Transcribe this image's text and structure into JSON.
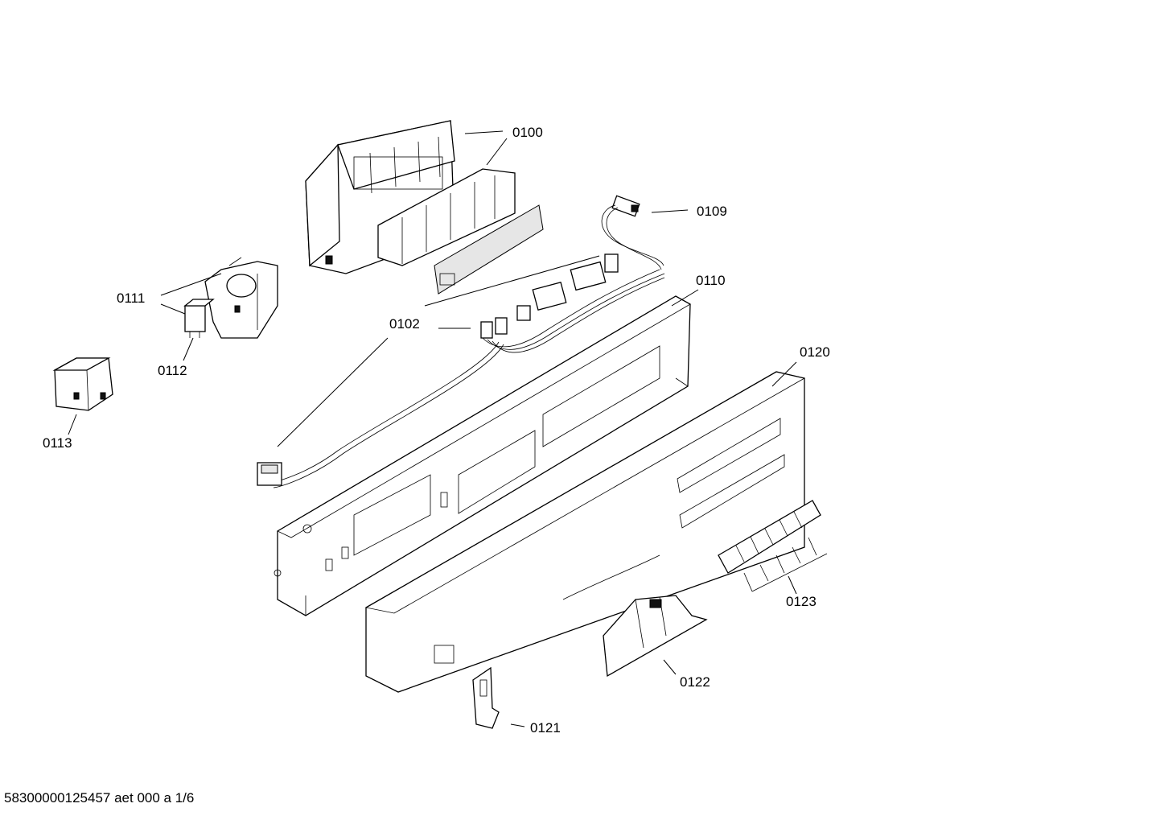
{
  "diagram": {
    "parts": [
      {
        "id": "0100",
        "label": "0100"
      },
      {
        "id": "0102",
        "label": "0102"
      },
      {
        "id": "0109",
        "label": "0109"
      },
      {
        "id": "0110",
        "label": "0110"
      },
      {
        "id": "0111",
        "label": "0111"
      },
      {
        "id": "0112",
        "label": "0112"
      },
      {
        "id": "0113",
        "label": "0113"
      },
      {
        "id": "0120",
        "label": "0120"
      },
      {
        "id": "0121",
        "label": "0121"
      },
      {
        "id": "0122",
        "label": "0122"
      },
      {
        "id": "0123",
        "label": "0123"
      }
    ],
    "footer": "58300000125457 aet 000 a 1/6"
  }
}
